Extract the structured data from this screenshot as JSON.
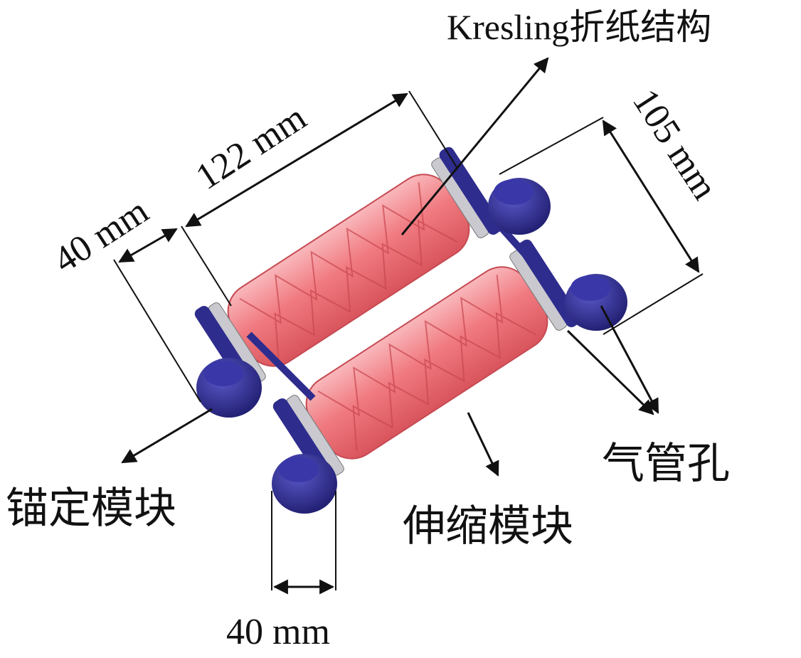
{
  "labels": {
    "title": "Kresling折纸结构",
    "length": "122 mm",
    "spacing": "105 mm",
    "width_left": "40 mm",
    "width_bottom": "40 mm",
    "anchor_module": "锚定模块",
    "telescopic_module": "伸缩模块",
    "air_hole": "气管孔"
  },
  "colors": {
    "bellows": "#f07a80",
    "bellows_light": "#f9b8bc",
    "bellows_dark": "#d9545c",
    "module": "#2e2c8c",
    "module_light": "#5b59c9",
    "ring": "#c9c9cf",
    "line": "#111111"
  }
}
